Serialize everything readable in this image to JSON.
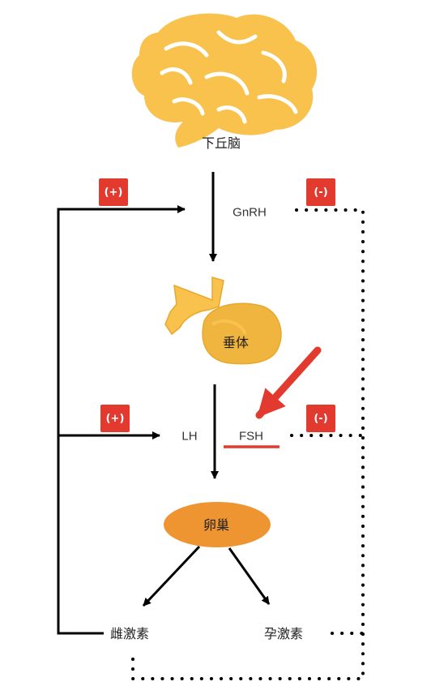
{
  "labels": {
    "hypothalamus": "下丘脑",
    "gnrh": "GnRH",
    "pituitary": "垂体",
    "lh": "LH",
    "fsh": "FSH",
    "ovary": "卵巢",
    "estrogen": "雌激素",
    "progesterone": "孕激素"
  },
  "badges": {
    "positive_top": "(+)",
    "negative_top": "(-)",
    "positive_mid": "(+)",
    "negative_mid": "(-)"
  },
  "colors": {
    "brain": "#f8c24c",
    "brain_stroke": "#ffffff",
    "pituitary_stem": "#f8c24c",
    "pituitary_body": "#efb53e",
    "ovary": "#ee9430",
    "badge": "#e33a2f",
    "highlight": "#e33a2f",
    "line": "#000000"
  },
  "icons": [
    "brain-icon",
    "pituitary-icon",
    "ovary-icon"
  ]
}
